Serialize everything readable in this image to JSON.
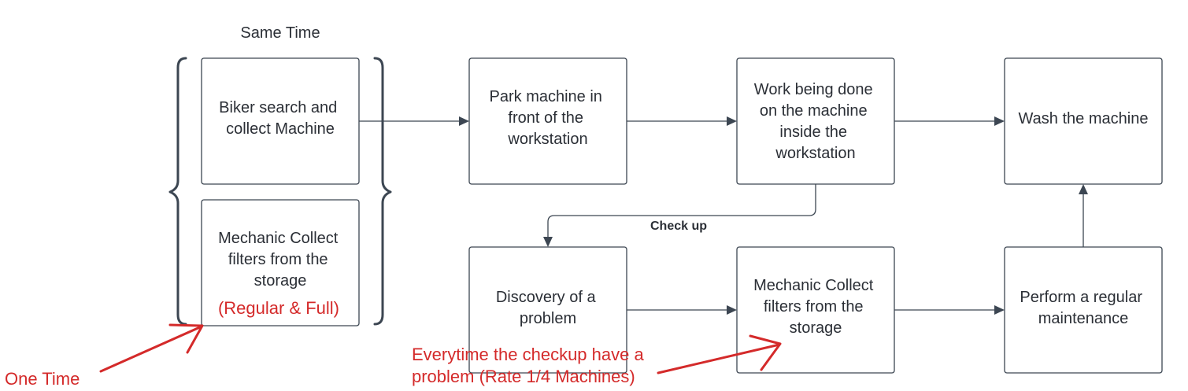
{
  "header": {
    "same_time_label": "Same Time"
  },
  "nodes": {
    "biker_search": [
      "Biker search and",
      "collect Machine"
    ],
    "mechanic_collect_top": [
      "Mechanic Collect",
      "filters from the",
      "storage"
    ],
    "regular_full_note": "(Regular & Full)",
    "park_machine": [
      "Park machine in",
      "front of the",
      "workstation"
    ],
    "work_being_done": [
      "Work being done",
      "on the machine",
      "inside the",
      "workstation"
    ],
    "wash_machine": [
      "Wash the machine"
    ],
    "discovery_problem": [
      "Discovery of a",
      "problem"
    ],
    "mechanic_collect_bottom": [
      "Mechanic Collect",
      "filters from the",
      "storage"
    ],
    "perform_maintenance": [
      "Perform a regular",
      "maintenance"
    ]
  },
  "edges": {
    "checkup_label": "Check up"
  },
  "annotations": {
    "one_time": "One Time",
    "everytime_lines": [
      "Everytime the checkup have a",
      "problem (Rate 1/4 Machines)"
    ]
  },
  "colors": {
    "annotation_red": "#d42a2a",
    "node_stroke": "#3c4652",
    "text": "#2b2f36"
  }
}
